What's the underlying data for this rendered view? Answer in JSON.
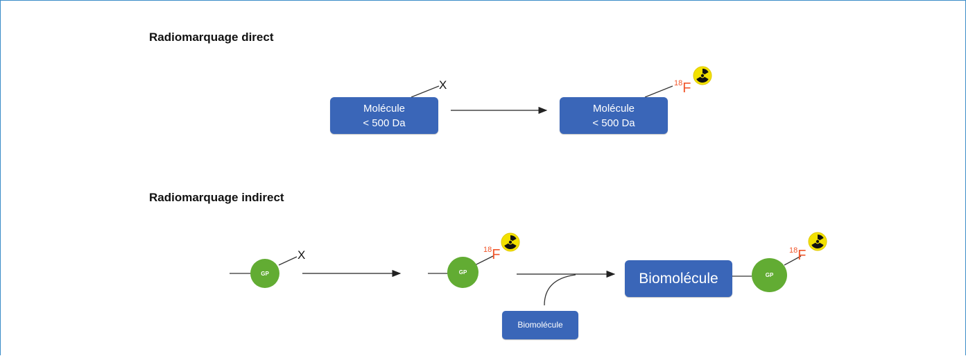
{
  "headings": {
    "direct": "Radiomarquage direct",
    "indirect": "Radiomarquage indirect"
  },
  "direct": {
    "precursor": {
      "line1": "Molécule",
      "line2": "< 500 Da",
      "leaving_group": "X"
    },
    "product": {
      "line1": "Molécule",
      "line2": "< 500 Da",
      "isotope_mass": "18",
      "isotope_element": "F",
      "badge_icon": "radioactive-icon"
    }
  },
  "indirect": {
    "precursor": {
      "group": "GP",
      "leaving_group": "X"
    },
    "labeled_group": {
      "group": "GP",
      "isotope_mass": "18",
      "isotope_element": "F",
      "badge_icon": "radioactive-icon"
    },
    "reagent": {
      "label": "Biomolécule"
    },
    "product": {
      "biomolecule": "Biomolécule",
      "group": "GP",
      "isotope_mass": "18",
      "isotope_element": "F",
      "badge_icon": "radioactive-icon"
    }
  },
  "colors": {
    "box_blue": "#3a66b8",
    "group_green": "#62ac33",
    "isotope_orange": "#f0562b",
    "radiation_yellow": "#f2e100",
    "frame_blue": "#3a8cc8"
  }
}
